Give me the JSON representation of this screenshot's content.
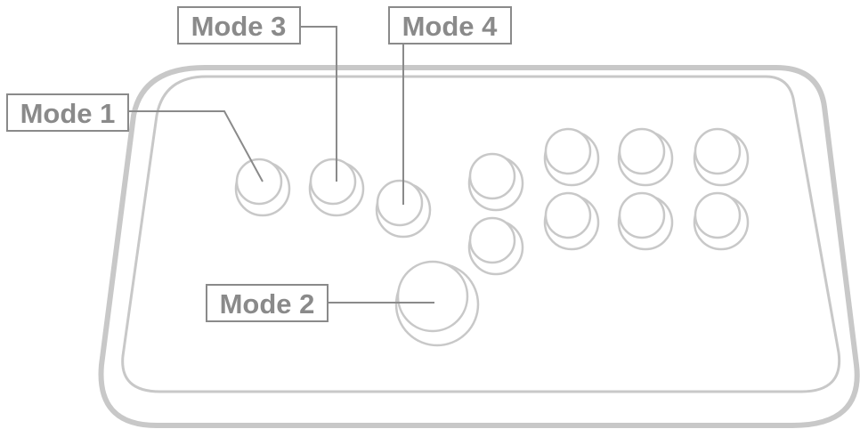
{
  "labels": {
    "mode1": "Mode 1",
    "mode2": "Mode 2",
    "mode3": "Mode 3",
    "mode4": "Mode 4"
  },
  "colors": {
    "outline": "#c8c8c8",
    "label_border": "#8a8a8a",
    "label_text": "#8a8a8a",
    "leader_line": "#8a8a8a"
  }
}
